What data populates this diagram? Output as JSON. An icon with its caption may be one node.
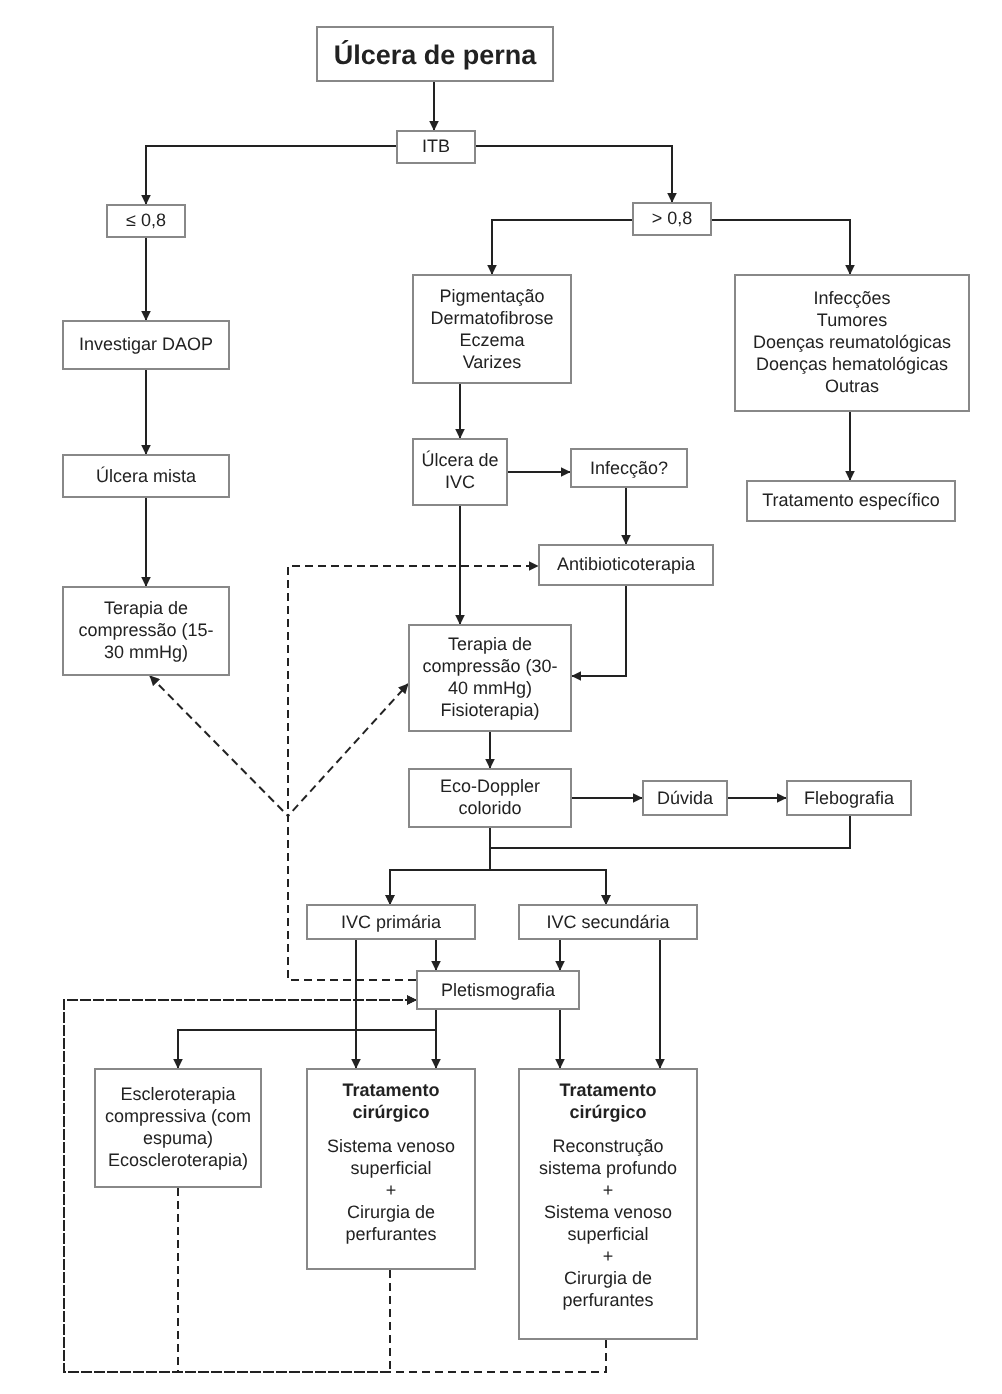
{
  "diagram": {
    "nodes": [
      {
        "text": [
          "Úlcera de perna"
        ]
      },
      {
        "text": [
          "ITB"
        ]
      },
      {
        "text": [
          "≤ 0,8"
        ]
      },
      {
        "text": [
          "> 0,8"
        ]
      },
      {
        "text": [
          "Pigmentação",
          "Dermatofibrose",
          "Eczema",
          "Varizes"
        ]
      },
      {
        "text": [
          "Infecções",
          "Tumores",
          "Doenças reumatológicas",
          "Doenças hematológicas",
          "Outras"
        ]
      },
      {
        "text": [
          "Investigar DAOP"
        ]
      },
      {
        "text": [
          "Úlcera mista"
        ]
      },
      {
        "text": [
          "Úlcera de IVC"
        ]
      },
      {
        "text": [
          "Infecção?"
        ]
      },
      {
        "text": [
          "Tratamento específico"
        ]
      },
      {
        "text": [
          "Antibioticoterapia"
        ]
      },
      {
        "text": [
          "Terapia de compressão (15-30 mmHg)"
        ]
      },
      {
        "text": [
          "Terapia de compressão (30-40 mmHg) Fisioterapia)"
        ]
      },
      {
        "text": [
          "Eco-Doppler colorido"
        ]
      },
      {
        "text": [
          "Dúvida"
        ]
      },
      {
        "text": [
          "Flebografia"
        ]
      },
      {
        "text": [
          "IVC primária"
        ]
      },
      {
        "text": [
          "IVC secundária"
        ]
      },
      {
        "text": [
          "Pletismografia"
        ]
      },
      {
        "text": [
          "Escleroterapia compressiva (com espuma) Ecoscleroterapia)"
        ]
      },
      {
        "text": [
          "Tratamento cirúrgico",
          "Sistema venoso superficial",
          "+",
          "Cirurgia de perfurantes"
        ]
      },
      {
        "text": [
          "Tratamento cirúrgico",
          "Reconstrução sistema profundo",
          "+",
          "Sistema venoso superficial",
          "+",
          "Cirurgia de perfurantes"
        ]
      }
    ],
    "edges": [
      {
        "from": 0,
        "to": 1,
        "arrow": "to"
      },
      {
        "from": 1,
        "to": 2,
        "arrow": "to"
      },
      {
        "from": 1,
        "to": 3,
        "arrow": "to"
      },
      {
        "from": 2,
        "to": 6,
        "arrow": "to"
      },
      {
        "from": 6,
        "to": 7,
        "arrow": "to"
      },
      {
        "from": 7,
        "to": 12,
        "arrow": "to"
      },
      {
        "from": 3,
        "to": 4,
        "arrow": "to"
      },
      {
        "from": 3,
        "to": 5,
        "arrow": "to"
      },
      {
        "from": 4,
        "to": 8,
        "arrow": "to"
      },
      {
        "from": 5,
        "to": 10,
        "arrow": "to"
      },
      {
        "from": 8,
        "to": 9,
        "arrow": "to"
      },
      {
        "from": 9,
        "to": 11,
        "arrow": "to"
      },
      {
        "from": 8,
        "to": 13,
        "arrow": "to"
      },
      {
        "from": 11,
        "to": 13,
        "arrow": "to"
      },
      {
        "from": 13,
        "to": 14,
        "arrow": "to"
      },
      {
        "from": 14,
        "to": 15,
        "arrow": "to"
      },
      {
        "from": 15,
        "to": 16,
        "arrow": "to"
      },
      {
        "from": 14,
        "to": 17,
        "arrow": "to"
      },
      {
        "from": 14,
        "to": 18,
        "arrow": "to"
      },
      {
        "from": 16,
        "to": 17,
        "arrow": "to"
      },
      {
        "from": 16,
        "to": 18,
        "arrow": "to"
      },
      {
        "from": 17,
        "to": 19,
        "arrow": "to"
      },
      {
        "from": 17,
        "to": 21,
        "arrow": "to"
      },
      {
        "from": 18,
        "to": 19,
        "arrow": "to"
      },
      {
        "from": 18,
        "to": 22,
        "arrow": "to"
      },
      {
        "from": 19,
        "to": 20,
        "arrow": "to"
      },
      {
        "from": 19,
        "to": 21,
        "arrow": "to"
      },
      {
        "from": 19,
        "to": 22,
        "arrow": "to"
      },
      {
        "from": 19,
        "to": 11,
        "arrow": "to",
        "style": "dashed"
      },
      {
        "from": 19,
        "to": 12,
        "arrow": "to",
        "style": "dashed"
      },
      {
        "from": 19,
        "to": 13,
        "arrow": "to",
        "style": "dashed"
      },
      {
        "from": 20,
        "to": 19,
        "arrow": "to",
        "style": "dashed"
      },
      {
        "from": 21,
        "to": 19,
        "arrow": "to",
        "style": "dashed"
      },
      {
        "from": 22,
        "to": 19,
        "arrow": "to",
        "style": "dashed"
      }
    ]
  }
}
